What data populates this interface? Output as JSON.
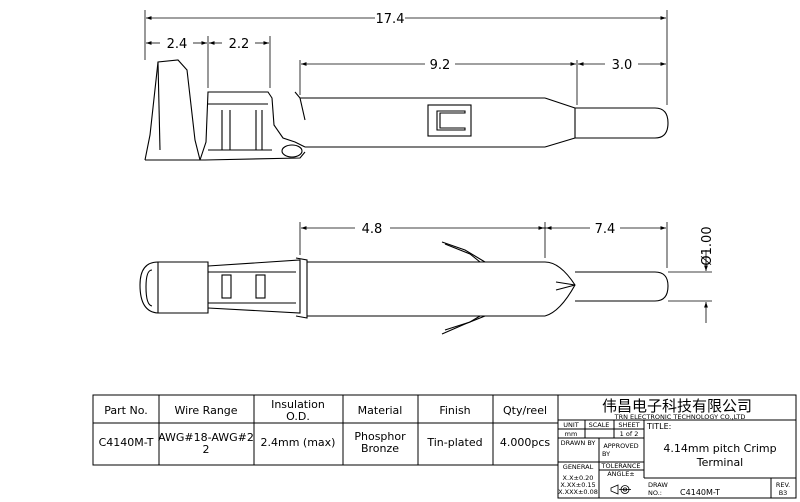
{
  "dimensions": {
    "overall_length": "17.4",
    "wing_length": "2.4",
    "grip_length": "2.2",
    "contact_length": "9.2",
    "tip_length": "3.0",
    "side_length": "4.8",
    "side_pin_length": "7.4",
    "pin_diameter": "Ø1.00"
  },
  "spec_table": {
    "headers": {
      "part_no": "Part No.",
      "wire_range": "Wire Range",
      "insulation_l1": "Insulation",
      "insulation_l2": "O.D.",
      "material": "Material",
      "finish": "Finish",
      "qty": "Qty/reel"
    },
    "row": {
      "part_no": "C4140M-T",
      "wire_range_l1": "AWG#18-AWG#2",
      "wire_range_l2": "2",
      "insulation": "2.4mm (max)",
      "material_l1": "Phosphor",
      "material_l2": "Bronze",
      "finish": "Tin-plated",
      "qty": "4.000pcs"
    }
  },
  "title_block": {
    "company_cn": "伟昌电子科技有限公司",
    "company_en": "TRN ELECTRONIC TECHNOLOGY CO.,LTD",
    "unit_label": "UNIT",
    "unit_value": "mm",
    "scale_label": "SCALE",
    "sheet_label": "SHEET",
    "sheet_value": "1 of 2",
    "title_label": "TITLE:",
    "title_l1": "4.14mm pitch Crimp",
    "title_l2": "Terminal",
    "drawn_by_label": "DRAWN BY",
    "approved_label": "APPROVED",
    "by_label": "BY",
    "general_label": "GENERAL",
    "tolerance_label": "TOLERANCE",
    "angle_label": "ANGLE±",
    "tol_1": "X.X±0.20",
    "tol_2": "X.XX±0.15",
    "tol_3": "X.XXX±0.08",
    "draw_label": "DRAW",
    "no_label": "NO.:",
    "draw_no": "C4140M-T",
    "rev_label": "REV.",
    "rev_value": "B3"
  }
}
